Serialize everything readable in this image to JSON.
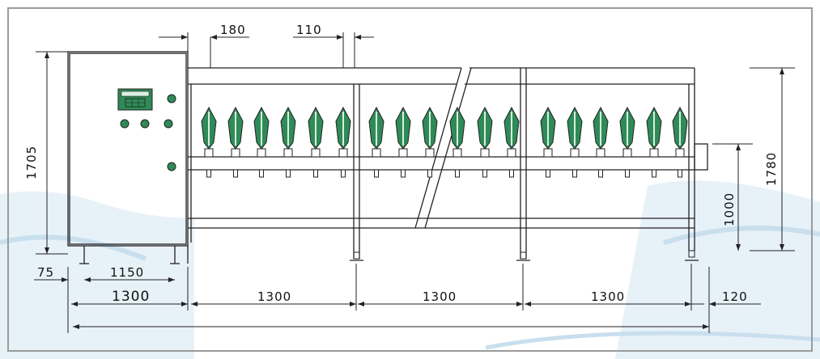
{
  "colors": {
    "line": "#222222",
    "machine_fill": "#ffffff",
    "display_fill": "#2e8b57",
    "indicator_fill": "#2e8b57",
    "clamp_fill": "#2e8b57",
    "border": "#9a9a9a",
    "water_tint": "#dcebf5"
  },
  "dimensions": {
    "top_left": "180",
    "top_right": "110",
    "cabinet_height": "1705",
    "height_overall": "1780",
    "height_conveyor": "1000",
    "left_offset": "75",
    "cabinet_inner_width": "1150",
    "cabinet_width": "1300",
    "section_1": "1300",
    "section_2": "1300",
    "section_3": "1300",
    "right_offset": "120"
  },
  "clamp_stations": {
    "count": 18
  },
  "control_panel": {
    "display_icon": "display-icon",
    "button_count": 5
  }
}
